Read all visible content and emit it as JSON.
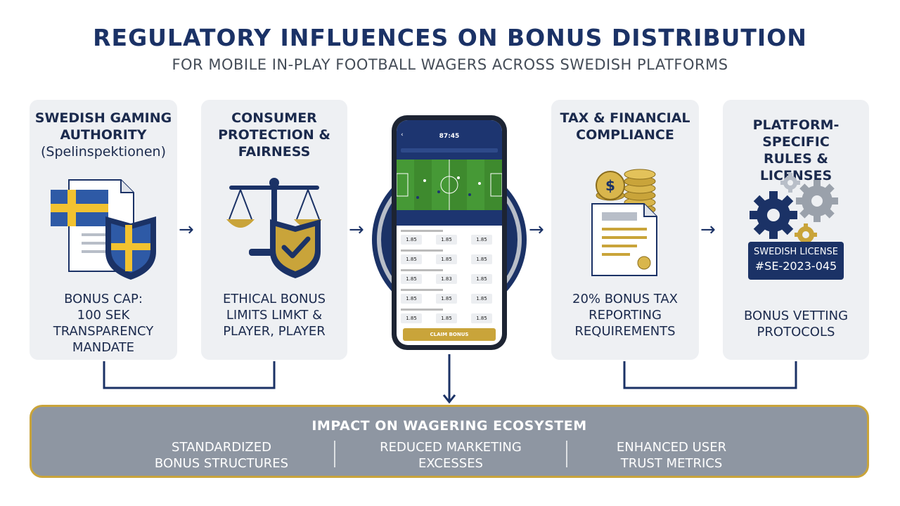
{
  "title": "REGULATORY INFLUENCES ON BONUS DISTRIBUTION",
  "subtitle": "FOR MOBILE IN-PLAY FOOTBALL WAGERS ACROSS SWEDISH PLATFORMS",
  "panels": [
    {
      "heading_lines": [
        "SWEDISH GAMING",
        "AUTHORITY"
      ],
      "heading_sub": "(Spelinspektionen)",
      "icon": "sweden-flag-document-shield-icon",
      "footer_lines": [
        "BONUS CAP:",
        "100 SEK",
        "TRANSPARENCY",
        "MANDATE"
      ]
    },
    {
      "heading_lines": [
        "CONSUMER",
        "PROTECTION &",
        "FAIRNESS"
      ],
      "icon": "scales-shield-check-icon",
      "footer_lines": [
        "ETHICAL BONUS",
        "LIMITS LIMKT &",
        "PLAYER, PLAYER"
      ]
    },
    {
      "heading_lines": [
        "TAX & FINANCIAL",
        "COMPLIANCE"
      ],
      "icon": "coins-document-icon",
      "footer_lines": [
        "20% BONUS TAX",
        "REPORTING",
        "REQUIREMENTS"
      ]
    },
    {
      "heading_lines": [
        "PLATFORM-SPECIFIC",
        "RULES & LICENSES"
      ],
      "icon": "gears-license-icon",
      "license_lines": [
        "SWEDISH LICENSE",
        "#SE-2023-045"
      ],
      "footer_lines": [
        "BONUS VETTING",
        "PROTOCOLS"
      ]
    }
  ],
  "phone": {
    "time": "87:45",
    "odds": [
      [
        "1.85",
        "1.85",
        "1.85"
      ],
      [
        "1.85",
        "1.85",
        "1.85"
      ],
      [
        "1.85",
        "1.83",
        "1.85"
      ],
      [
        "1.85",
        "1.85",
        "1.85"
      ],
      [
        "1.85",
        "1.85",
        "1.85"
      ]
    ],
    "claim_label": "CLAIM BONUS"
  },
  "impact": {
    "title": "IMPACT ON WAGERING ECOSYSTEM",
    "items": [
      [
        "STANDARDIZED",
        "BONUS STRUCTURES"
      ],
      [
        "REDUCED MARKETING",
        "EXCESSES"
      ],
      [
        "ENHANCED USER",
        "TRUST METRICS"
      ]
    ]
  },
  "colors": {
    "navy": "#1b3266",
    "gold": "#c9a43a",
    "panel": "#eef0f3",
    "impact": "#8e96a2",
    "sweden_blue": "#2e5aa6",
    "sweden_yellow": "#f2c230"
  }
}
